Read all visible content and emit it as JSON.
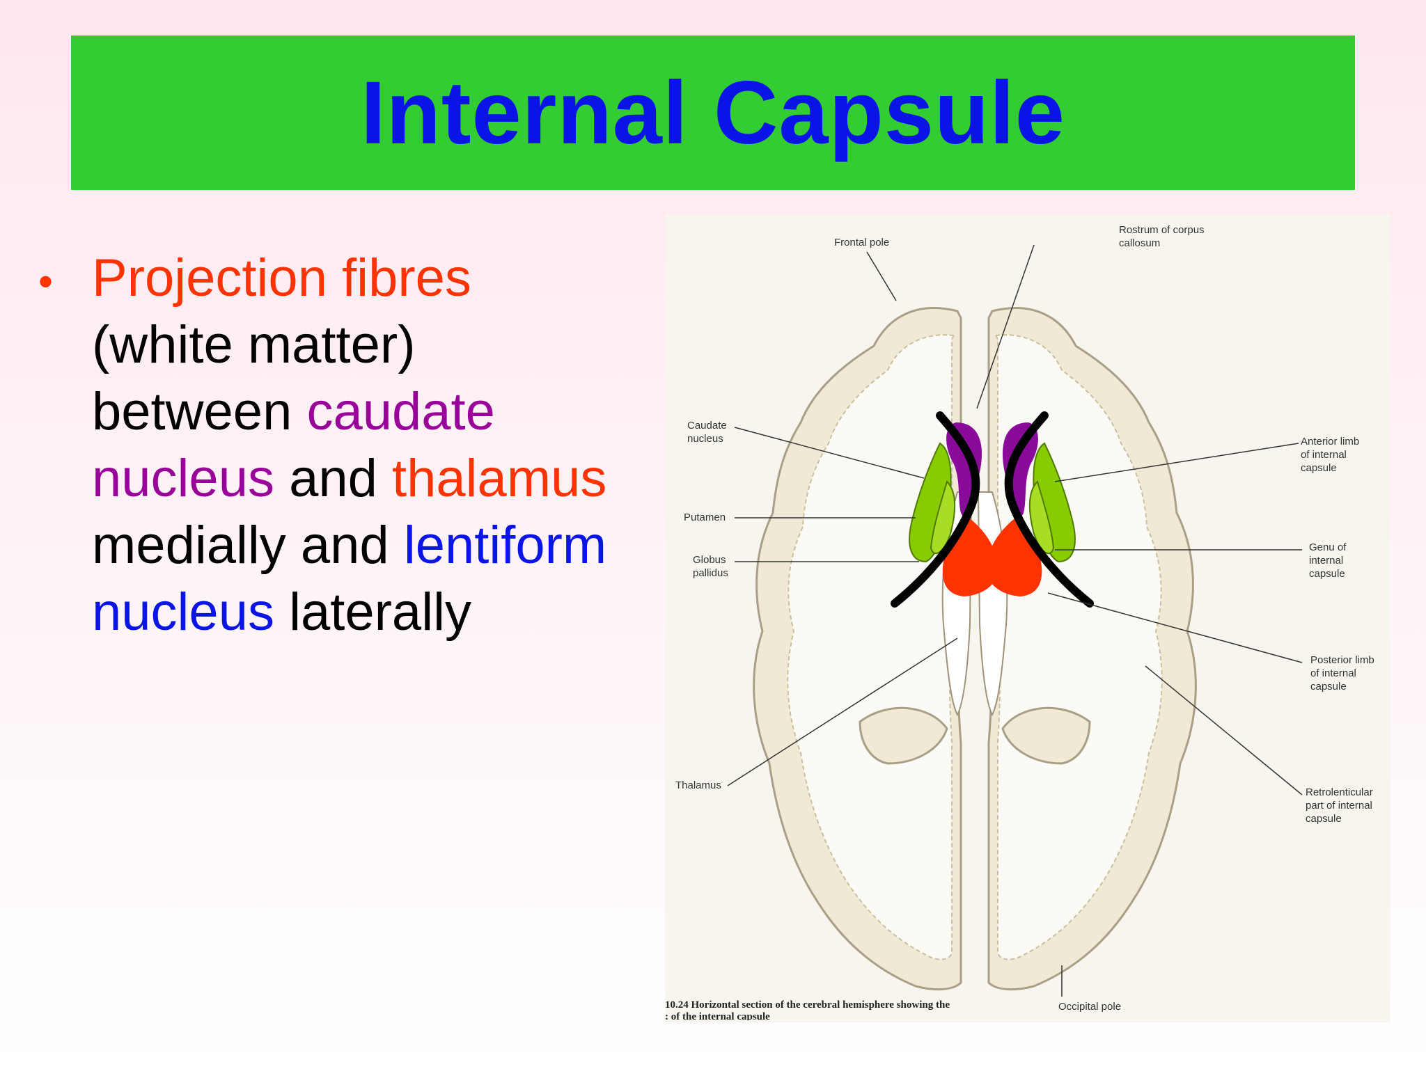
{
  "slide": {
    "title": "Internal Capsule",
    "bullet": {
      "symbol": "•",
      "lines": [
        [
          {
            "text": "Projection fibres",
            "color": "orange"
          }
        ],
        [
          {
            "text": "(white matter)",
            "color": "black"
          }
        ],
        [
          {
            "text": "between ",
            "color": "black"
          },
          {
            "text": "caudate",
            "color": "purple"
          }
        ],
        [
          {
            "text": "nucleus",
            "color": "purple"
          },
          {
            "text": " and ",
            "color": "black"
          },
          {
            "text": "thalamus",
            "color": "orange"
          }
        ],
        [
          {
            "text": "medially and ",
            "color": "black"
          },
          {
            "text": "lentiform",
            "color": "blue"
          }
        ],
        [
          {
            "text": "nucleus",
            "color": "blue"
          },
          {
            "text": " laterally",
            "color": "black"
          }
        ]
      ]
    }
  },
  "figure": {
    "labels": {
      "frontal_pole": "Frontal pole",
      "rostrum": "Rostrum of corpus\ncallosum",
      "caudate": "Caudate\nnucleus",
      "putamen": "Putamen",
      "globus": "Globus\npallidus",
      "thalamus": "Thalamus",
      "anterior_limb": "Anterior limb\nof internal\ncapsule",
      "genu": "Genu of\ninternal\ncapsule",
      "posterior_limb": "Posterior limb\nof internal\ncapsule",
      "retrolenticular": "Retrolenticular\npart of internal\ncapsule",
      "occipital_pole": "Occipital pole"
    },
    "caption_line1": "10.24 Horizontal section of the cerebral hemisphere showing the",
    "caption_line2": ": of the internal capsule"
  },
  "colors": {
    "title_bar": "#33cc33",
    "title_text": "#0a14e6",
    "orange": "#ff3300",
    "purple": "#99009a",
    "blue": "#0a14e6",
    "caudate_fill": "#8a0a9a",
    "lentiform_fill": "#88cc00",
    "thalamus_fill": "#ff3300",
    "capsule_stroke": "#000000"
  }
}
